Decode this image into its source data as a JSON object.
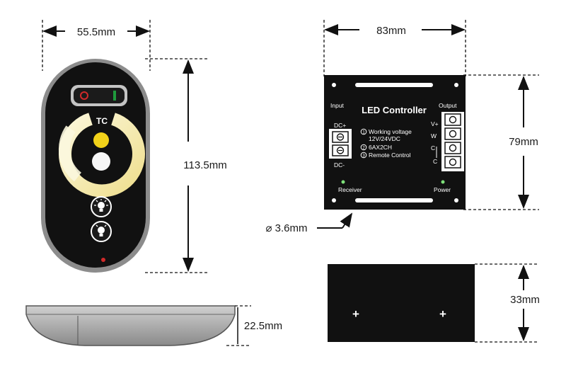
{
  "dimensions": {
    "remote_width": "55.5mm",
    "remote_height": "113.5mm",
    "remote_depth": "22.5mm",
    "controller_width": "83mm",
    "controller_height": "79mm",
    "controller_depth": "33mm",
    "hole_diameter": "⌀ 3.6mm"
  },
  "remote": {
    "logo": "TC"
  },
  "controller": {
    "title": "LED Controller",
    "input_label": "Input",
    "output_label": "Output",
    "dc_plus": "DC+",
    "dc_minus": "DC-",
    "spec_1": "Working voltage",
    "spec_2": "12V/24VDC",
    "spec_3": "6AX2CH",
    "spec_4": "Remote Control",
    "out_vplus": "V+",
    "out_w": "W",
    "out_c1": "C",
    "out_c2": "C",
    "receiver_label": "Receiver",
    "power_label": "Power"
  },
  "colors": {
    "remote_body": "#111111",
    "warm_ring": "#f3e6a0",
    "yellow_button": "#f2d21a",
    "power_red": "#d12a2a",
    "power_green": "#1f9a3c",
    "led_green": "#7fe07a"
  }
}
